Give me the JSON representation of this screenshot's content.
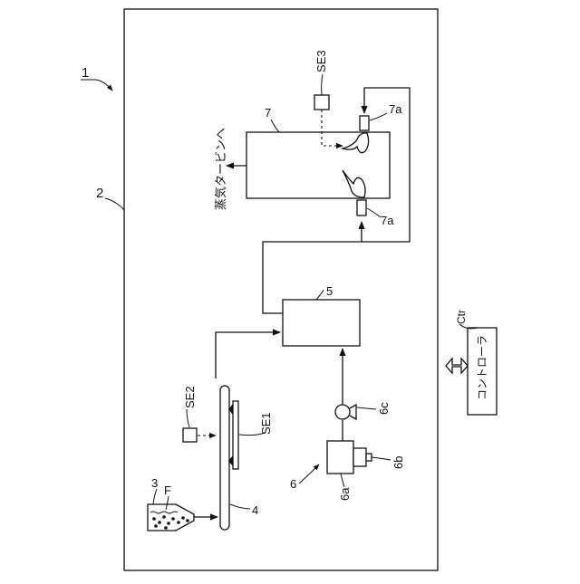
{
  "labels": {
    "system": "1",
    "boundary": "2",
    "hopper": "3",
    "fuel": "F",
    "conveyor": "4",
    "unit5": "5",
    "unit6": "6",
    "unit6a": "6a",
    "unit6b": "6b",
    "unit6c": "6c",
    "boiler": "7",
    "burner_top": "7a",
    "burner_bottom": "7a",
    "sensor1": "SE1",
    "sensor2": "SE2",
    "sensor3": "SE3",
    "steam_outlet": "蒸気タービンへ",
    "controller_ref": "Ctr",
    "controller": "コントローラ"
  },
  "colors": {
    "line": "#111111",
    "background": "#ffffff"
  }
}
